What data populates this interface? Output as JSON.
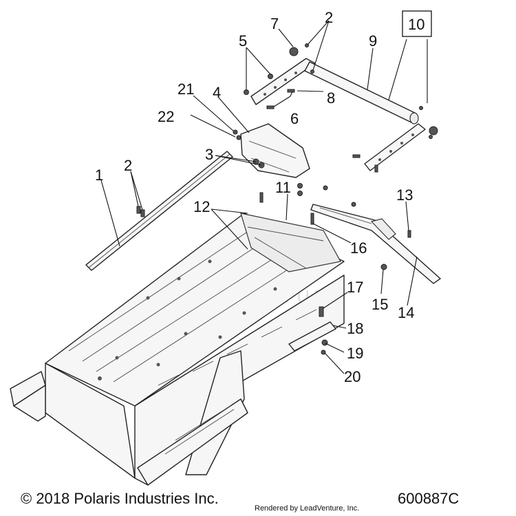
{
  "callouts": {
    "c1": "1",
    "c2a": "2",
    "c2b": "2",
    "c3": "3",
    "c4": "4",
    "c5": "5",
    "c6": "6",
    "c7": "7",
    "c8": "8",
    "c9": "9",
    "c10": "10",
    "c11": "11",
    "c12": "12",
    "c13": "13",
    "c14": "14",
    "c15": "15",
    "c16": "16",
    "c17": "17",
    "c18": "18",
    "c19": "19",
    "c20": "20",
    "c21": "21",
    "c22": "22"
  },
  "watermark": "LEADVENTURE",
  "footer": {
    "copyright": "© 2018 Polaris Industries Inc.",
    "rendered_by": "Rendered by LeadVenture, Inc.",
    "drawing_number": "600887C"
  }
}
